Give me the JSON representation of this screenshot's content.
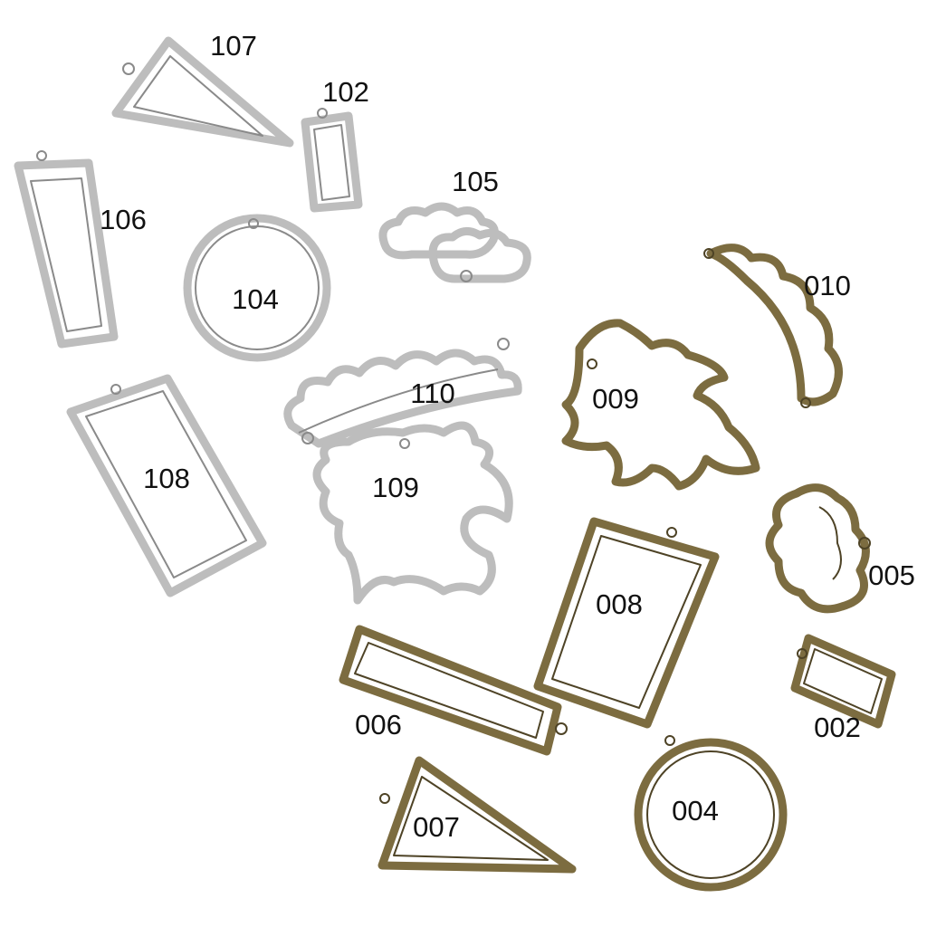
{
  "title": "Open bezel pendant frames in silver and bronze",
  "colors": {
    "silver": "#bdbdbd",
    "bronze": "#7c6c40"
  },
  "labels": {
    "s107": "107",
    "s102": "102",
    "s106": "106",
    "s105": "105",
    "s104": "104",
    "s110": "110",
    "s108": "108",
    "s109": "109",
    "b010": "010",
    "b009": "009",
    "b005": "005",
    "b008": "008",
    "b006": "006",
    "b002": "002",
    "b004": "004",
    "b007": "007"
  }
}
